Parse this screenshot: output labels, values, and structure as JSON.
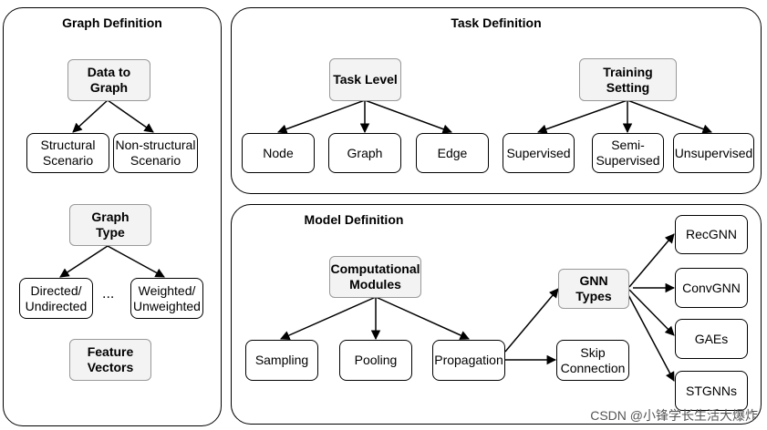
{
  "graph_definition": {
    "title": "Graph Definition",
    "data_to_graph": "Data to\nGraph",
    "structural": "Structural\nScenario",
    "non_structural": "Non-structural\nScenario",
    "graph_type": "Graph\nType",
    "directed": "Directed/\nUndirected",
    "ellipsis": "...",
    "weighted": "Weighted/\nUnweighted",
    "feature_vectors": "Feature\nVectors"
  },
  "task_definition": {
    "title": "Task Definition",
    "task_level": "Task Level",
    "node": "Node",
    "graph": "Graph",
    "edge": "Edge",
    "training_setting": "Training Setting",
    "supervised": "Supervised",
    "semi_supervised": "Semi-\nSupervised",
    "unsupervised": "Unsupervised"
  },
  "model_definition": {
    "title": "Model Definition",
    "computational_modules": "Computational\nModules",
    "sampling": "Sampling",
    "pooling": "Pooling",
    "propagation": "Propagation",
    "gnn_types": "GNN\nTypes",
    "skip_connection": "Skip\nConnection",
    "recgnn": "RecGNN",
    "convgnn": "ConvGNN",
    "gaes": "GAEs",
    "stgnns": "STGNNs"
  },
  "watermark": "CSDN @小锋学长生活大爆炸"
}
